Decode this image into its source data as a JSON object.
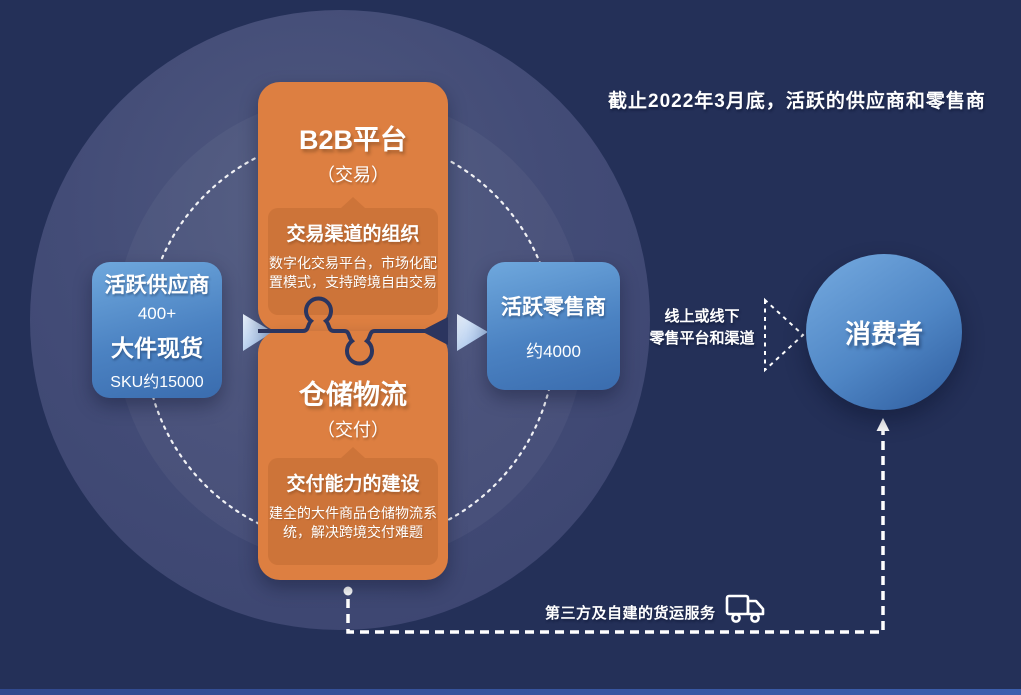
{
  "meta": {
    "caption": "截止2022年3月底，活跃的供应商和零售商"
  },
  "supplier_box": {
    "title": "活跃供应商",
    "count": "400+",
    "product": "大件现货",
    "sku": "SKU约15000"
  },
  "platform_box": {
    "title": "B2B平台",
    "role": "（交易）",
    "panel": {
      "heading": "交易渠道的组织",
      "body": "数字化交易平台，市场化配置模式，支持跨境自由交易"
    }
  },
  "logistics_box": {
    "title": "仓储物流",
    "role": "（交付）",
    "panel": {
      "heading": "交付能力的建设",
      "body": "建全的大件商品仓储物流系统，解决跨境交付难题"
    }
  },
  "retailer_box": {
    "title": "活跃零售商",
    "count": "约4000"
  },
  "consumer": {
    "title": "消费者"
  },
  "labels": {
    "channel_line1": "线上或线下",
    "channel_line2": "零售平台和渠道",
    "freight": "第三方及自建的货运服务"
  },
  "icons": {
    "truck": "truck-icon"
  },
  "colors": {
    "background": "#243058",
    "halo": "#434c77",
    "orange": "#dd7f41",
    "orange_panel": "#cd7439",
    "blue_light": "#6fa8dd",
    "blue_dark": "#3a6cae",
    "line": "#ffffff"
  }
}
